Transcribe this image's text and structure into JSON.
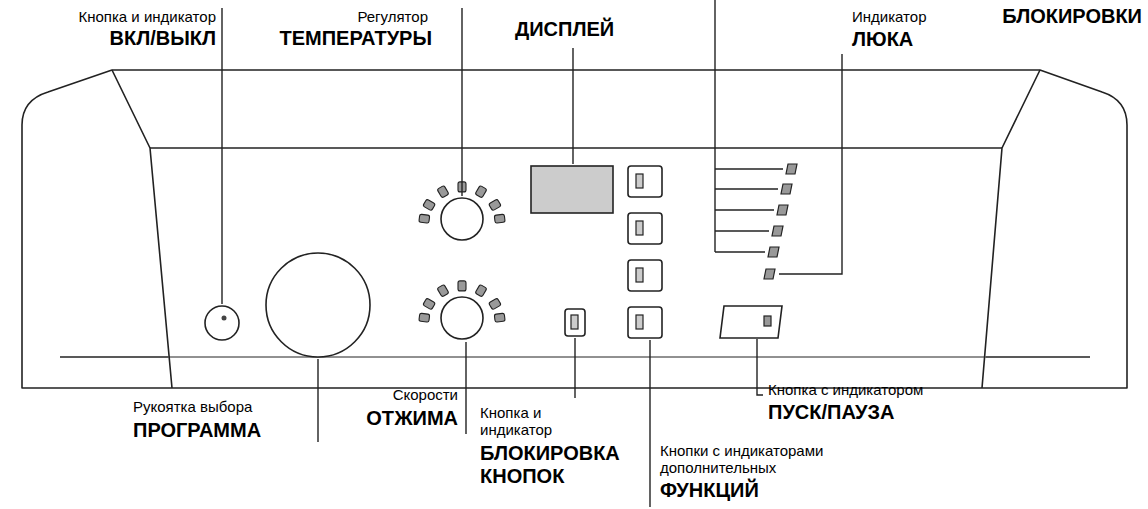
{
  "diagram": {
    "labels": [
      "Кнопка и индикатор",
      "ВКЛ/ВЫКЛ",
      "Регулятор",
      "ТЕМПЕРАТУРЫ",
      "ДИСПЛЕЙ",
      "Индикатор",
      "БЛОКИРОВКИ",
      "ЛЮКА",
      "Рукоятка выбора",
      "ПРОГРАММА",
      "Скорости",
      "ОТЖИМА",
      "Кнопка и индикатор",
      "БЛОКИРОВКА КНОПОК",
      "Кнопка с индикатором",
      "ПУСК/ПАУЗА",
      "Кнопки с индикаторами дополнительных",
      "ФУНКЦИЙ"
    ]
  }
}
